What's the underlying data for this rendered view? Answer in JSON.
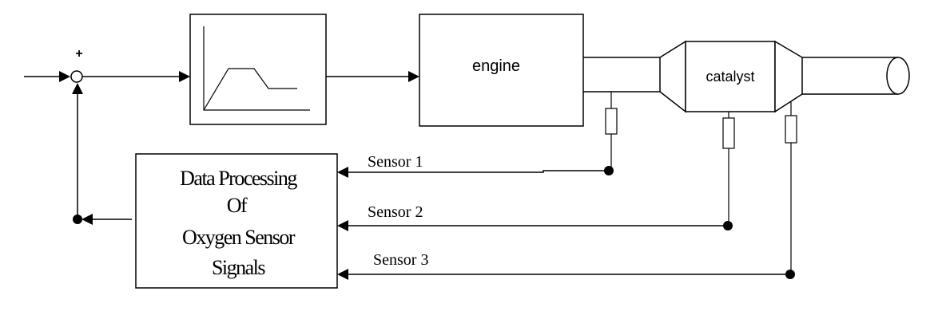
{
  "summing_junction": {
    "sign": "+"
  },
  "blocks": {
    "engine": "engine",
    "catalyst": "catalyst",
    "data_processing": {
      "lines": [
        "Data Processing",
        "Of",
        "Oxygen Sensor",
        "Signals"
      ]
    }
  },
  "signals": {
    "sensor1": "Sensor 1",
    "sensor2": "Sensor 2",
    "sensor3": "Sensor 3"
  }
}
